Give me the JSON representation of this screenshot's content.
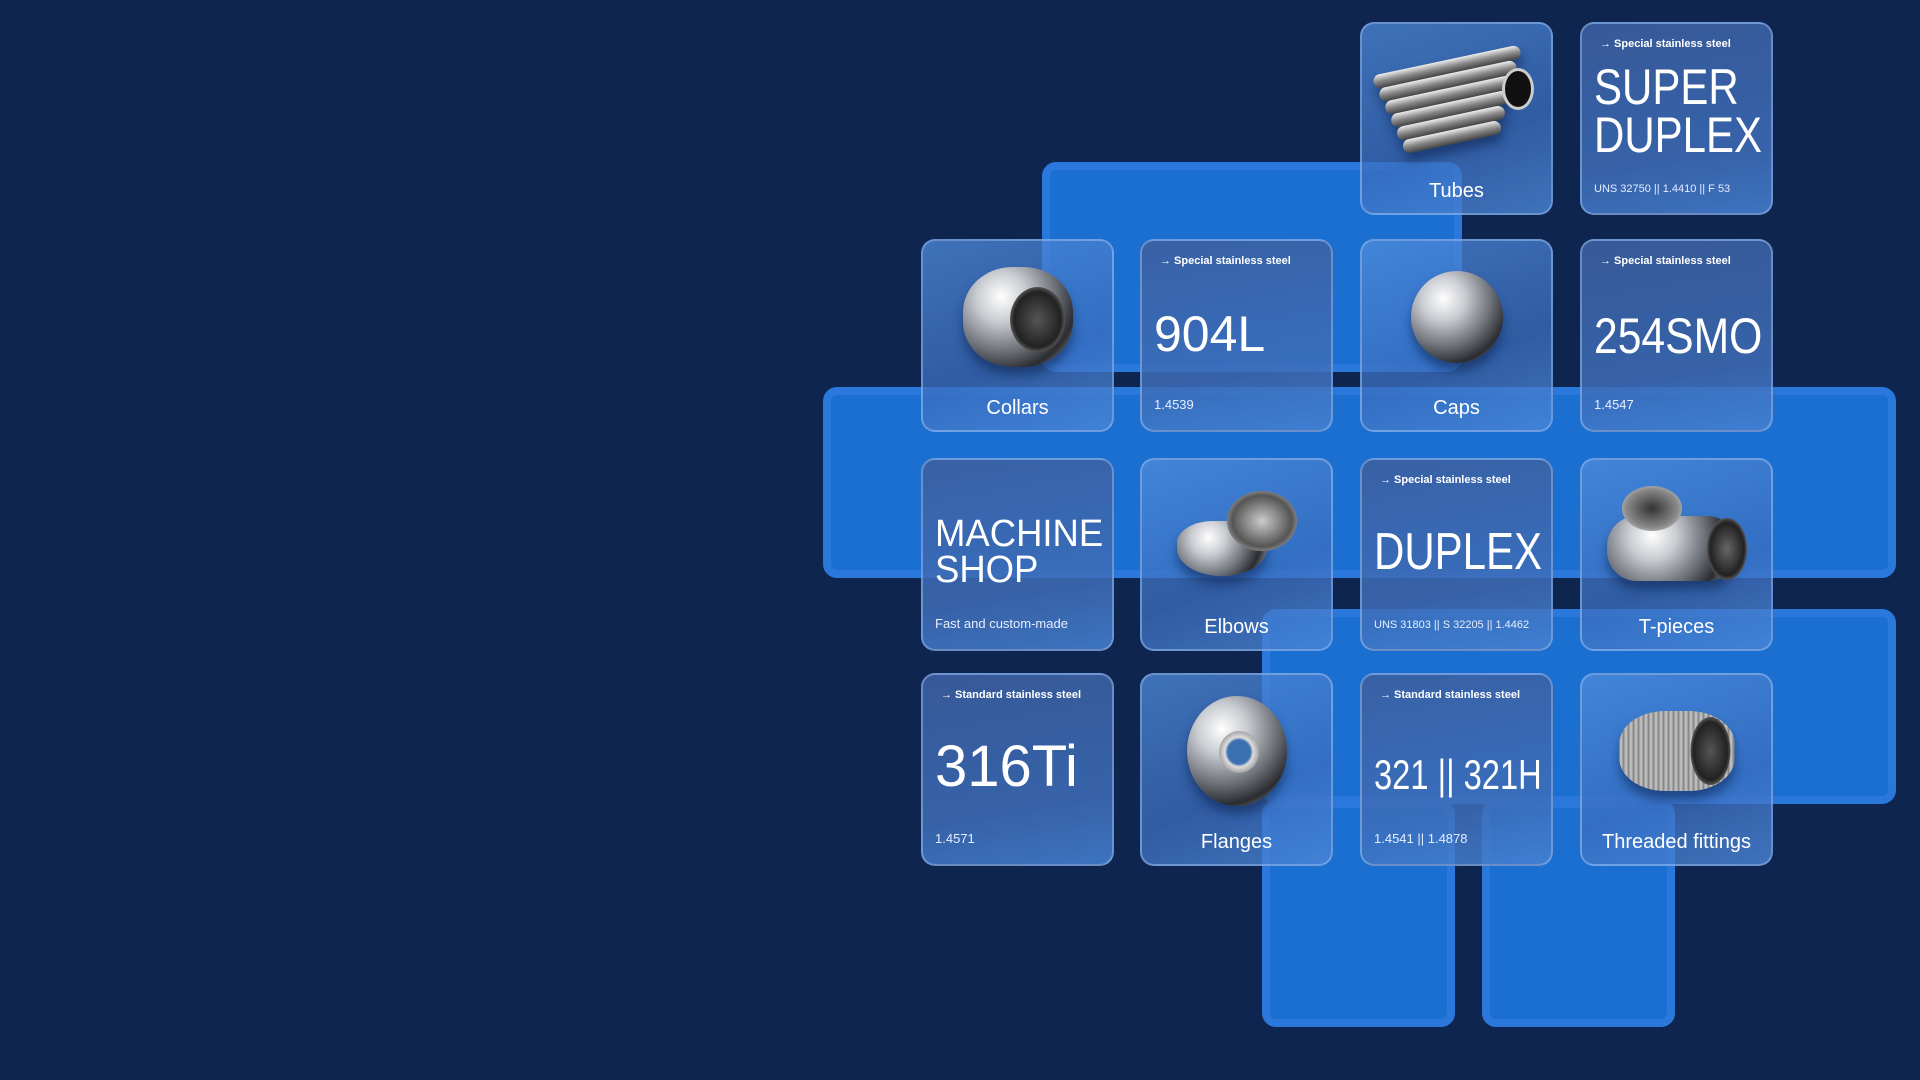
{
  "cards": [
    {
      "kind": "product",
      "label": "Tubes",
      "icon": "tubes-icon"
    },
    {
      "kind": "material",
      "tag": "→ Special stainless steel",
      "title": "SUPER\nDUPLEX",
      "sub": "UNS  32750 || 1.4410 || F 53"
    },
    {
      "kind": "product",
      "label": "Collars",
      "icon": "collar-icon"
    },
    {
      "kind": "material",
      "tag": "→ Special stainless steel",
      "title": "904L",
      "sub": "1.4539"
    },
    {
      "kind": "product",
      "label": "Caps",
      "icon": "cap-icon"
    },
    {
      "kind": "material",
      "tag": "→ Special stainless steel",
      "title": "254SMO",
      "sub": "1.4547"
    },
    {
      "kind": "material",
      "tag": "",
      "title": "MACHINE\nSHOP",
      "sub": "Fast and custom-made"
    },
    {
      "kind": "product",
      "label": "Elbows",
      "icon": "elbow-icon"
    },
    {
      "kind": "material",
      "tag": "→ Special stainless steel",
      "title": "DUPLEX",
      "sub": "UNS 31803 || S 32205 || 1.4462"
    },
    {
      "kind": "product",
      "label": "T-pieces",
      "icon": "t-piece-icon"
    },
    {
      "kind": "material",
      "tag": "→ Standard stainless steel",
      "title": "316Ti",
      "sub": "1.4571"
    },
    {
      "kind": "product",
      "label": "Flanges",
      "icon": "flange-icon"
    },
    {
      "kind": "material",
      "tag": "→ Standard stainless steel",
      "title": "321 || 321H",
      "sub": "1.4541 || 1.4878"
    },
    {
      "kind": "product",
      "label": "Threaded fittings",
      "icon": "threaded-fitting-icon"
    }
  ]
}
